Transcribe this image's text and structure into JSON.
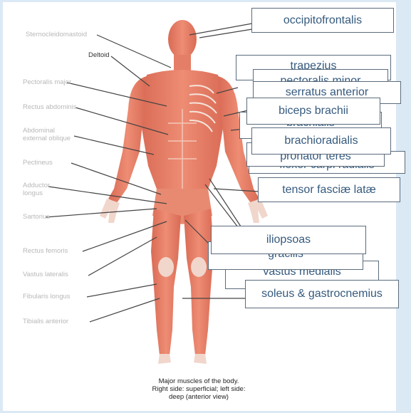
{
  "diagram": {
    "caption": "Major muscles of the body.\nRight side: superficial; left side:\ndeep (anterior view)",
    "left_labels": {
      "sternocleidomastoid": "Sternocleidomastoid",
      "deltoid": "Deltoid",
      "pectoralis_major": "Pectoralis major",
      "rectus_abdominis": "Rectus abdominis",
      "external_oblique": "Abdominal\nexternal oblique",
      "pectineus": "Pectineus",
      "adductor_longus": "Adductor\nlongus",
      "sartorius": "Sartorius",
      "rectus_femoris": "Rectus femoris",
      "vastus_lateralis": "Vastus lateralis",
      "fibularis_longus": "Fibularis longus",
      "tibialis_anterior": "Tibialis anterior"
    }
  },
  "answer_cards": [
    {
      "id": "occipitofrontalis",
      "text": "occipitofrontalis"
    },
    {
      "id": "trapezius",
      "text": "trapezius"
    },
    {
      "id": "pectoralis_minor",
      "text": "pectoralis minor"
    },
    {
      "id": "serratus_anterior",
      "text": "serratus anterior"
    },
    {
      "id": "biceps_brachii",
      "text": "biceps brachii"
    },
    {
      "id": "brachialis",
      "text": "brachialis"
    },
    {
      "id": "brachioradialis",
      "text": "brachioradialis"
    },
    {
      "id": "pronator_teres",
      "text": "pronator teres"
    },
    {
      "id": "flexor_carpi_radialis",
      "text": "flexor carpi radialis"
    },
    {
      "id": "tensor_fasciae_latae",
      "text": "tensor fasciæ latæ"
    },
    {
      "id": "iliopsoas",
      "text": "iliopsoas"
    },
    {
      "id": "gracilis",
      "text": "gracilis"
    },
    {
      "id": "vastus_medialis",
      "text": "vastus medialis"
    },
    {
      "id": "soleus_gastrocnemius",
      "text": "soleus & gastrocnemius"
    }
  ]
}
